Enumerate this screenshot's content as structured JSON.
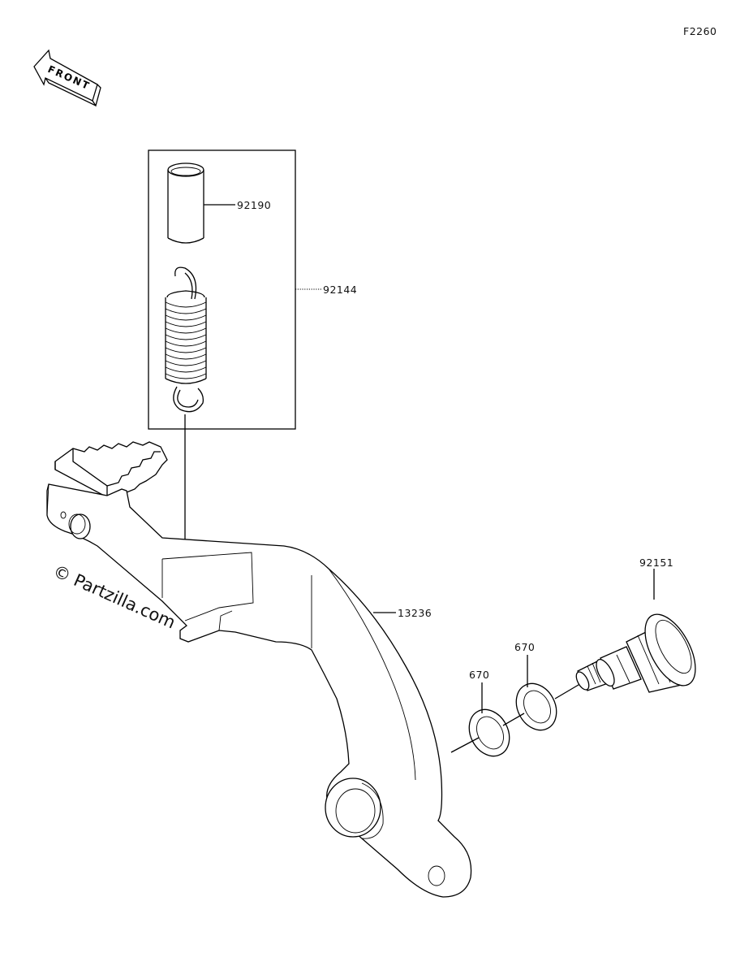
{
  "figure_code": "F2260",
  "front_marker": {
    "text": "FRONT",
    "icon": "front-arrow-icon"
  },
  "watermark": "© Partzilla.com",
  "parts": [
    {
      "id": "92190"
    },
    {
      "id": "92144"
    },
    {
      "id": "92151"
    },
    {
      "id": "13236"
    },
    {
      "id": "670"
    },
    {
      "id": "670"
    }
  ]
}
